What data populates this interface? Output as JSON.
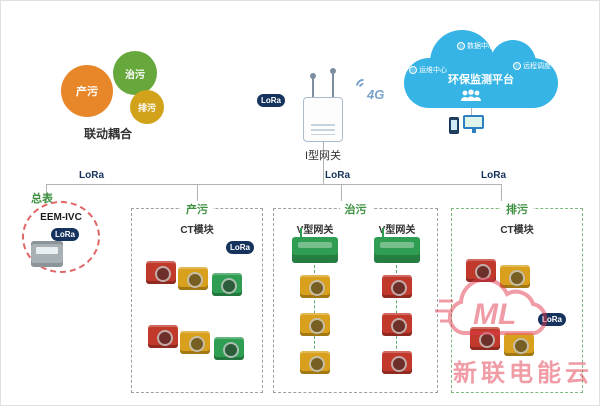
{
  "gears": {
    "items": [
      {
        "label": "产污",
        "color": "#e8872a"
      },
      {
        "label": "治污",
        "color": "#67a83c"
      },
      {
        "label": "排污",
        "color": "#d1a21a"
      }
    ],
    "caption": "联动耦合"
  },
  "gateway": {
    "label": "I型网关",
    "lora_label": "LoRa",
    "network_badge": "4G"
  },
  "cloud": {
    "title": "环保监测平台",
    "node_top": "数据中心",
    "node_left": "运维中心",
    "node_right": "远程调度中心"
  },
  "bus": {
    "lora_left": "LoRa",
    "lora_center": "LoRa",
    "lora_right": "LoRa"
  },
  "meter": {
    "caption": "总表",
    "name": "EEM-IVC",
    "lora_label": "LoRa"
  },
  "zones": {
    "chanwu": {
      "title": "产污",
      "module_label": "CT模块",
      "lora_label": "LoRa"
    },
    "zhiwu": {
      "title": "治污",
      "gateway_left": "V型网关",
      "gateway_right": "V型网关"
    },
    "paiwu": {
      "title": "排污",
      "module_label": "CT模块",
      "lora_label": "LoRa"
    }
  },
  "watermark": {
    "logo": "ML",
    "text": "新联电能云"
  },
  "colors": {
    "cloud_blue": "#35b4e5",
    "lora_navy": "#16335e",
    "module_red": "#c0392b",
    "module_yellow": "#d8a01d",
    "module_green": "#2f9e52",
    "zone_title_green": "#3f9142",
    "watermark_red": "#e23b50"
  }
}
